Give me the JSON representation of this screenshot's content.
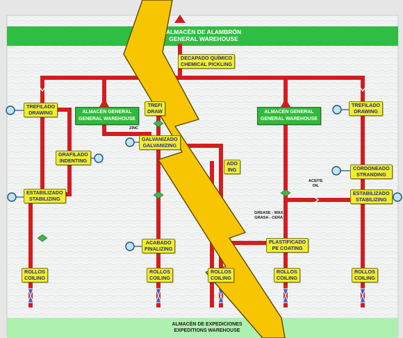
{
  "colors": {
    "page": "#e6e6e6",
    "panel": "#f4f4f4",
    "top_bar": "#2fbd43",
    "bottom_bar": "#aef0b0",
    "pipe": "#d31d1e",
    "label_fill": "#f2ee2a",
    "label_text": "#1f2a8a",
    "green_box": "#2fba3a",
    "valve_blue": "#3a5fd0",
    "diamond_green": "#41b34f",
    "bolt": "#f7c600"
  },
  "header": {
    "line1": "ALMACÉN DE ALAMBRÓN",
    "line2": "GENERAL WAREHOUSE"
  },
  "footer": {
    "line1": "ALMACÉN DE EXPEDICIONES",
    "line2": "EXPEDITIONS WAREHOUSE"
  },
  "process_labels": {
    "decapado": {
      "es": "DECAPADO QUÍMICO",
      "en": "CHEMICAL PICKLING"
    },
    "trefilado_left": {
      "es": "TREFILADO",
      "en": "DRAWING"
    },
    "trefilado_mid": {
      "es": "TREFI",
      "en": "DRAW"
    },
    "trefilado_right": {
      "es": "TREFILADO",
      "en": "DRAWING"
    },
    "grafilado": {
      "es": "GRAFILADO",
      "en": "INDENTING"
    },
    "estabilizado_left": {
      "es": "ESTABILIZADO",
      "en": "STABILIZING"
    },
    "galvanizado": {
      "es": "GALVANIZADO",
      "en": "GALVANIZING"
    },
    "partial_mid": {
      "es": "ADO",
      "en": "ING"
    },
    "cordoneado": {
      "es": "CORDONEADO",
      "en": "STRANDING"
    },
    "estabilizado_right": {
      "es": "ESTABILIZADO",
      "en": "STABILIZING"
    },
    "acabado": {
      "es": "ACABADO",
      "en": "FINALIZING"
    },
    "plastificado": {
      "es": "PLASTIFICADO",
      "en": "PE COATING"
    },
    "rollos_1": {
      "es": "ROLLOS",
      "en": "COILING"
    },
    "rollos_2": {
      "es": "ROLLOS",
      "en": "COILING"
    },
    "rollos_3": {
      "es": "ROLLOS",
      "en": "COILING"
    },
    "rollos_4": {
      "es": "ROLLOS",
      "en": "COILING"
    },
    "rollos_5": {
      "es": "ROLLOS",
      "en": "COILING"
    }
  },
  "warehouses": {
    "left": {
      "es": "ALMACÉN GENERAL",
      "en": "GENERAL WAREHOUSE"
    },
    "right": {
      "es": "ALMACÉN GENERAL",
      "en": "GENERAL WAREHOUSE"
    }
  },
  "small_texts": {
    "zinc": "ZINC",
    "aceite_1": "ACEITE",
    "aceite_2": "OIL",
    "grease_1": "GREASE - WAX",
    "grease_2": "GRASA - CERA"
  },
  "icons": [
    "flow-arrow-icon",
    "valve-icon",
    "diamond-junction-icon",
    "lightning-bolt-icon"
  ]
}
